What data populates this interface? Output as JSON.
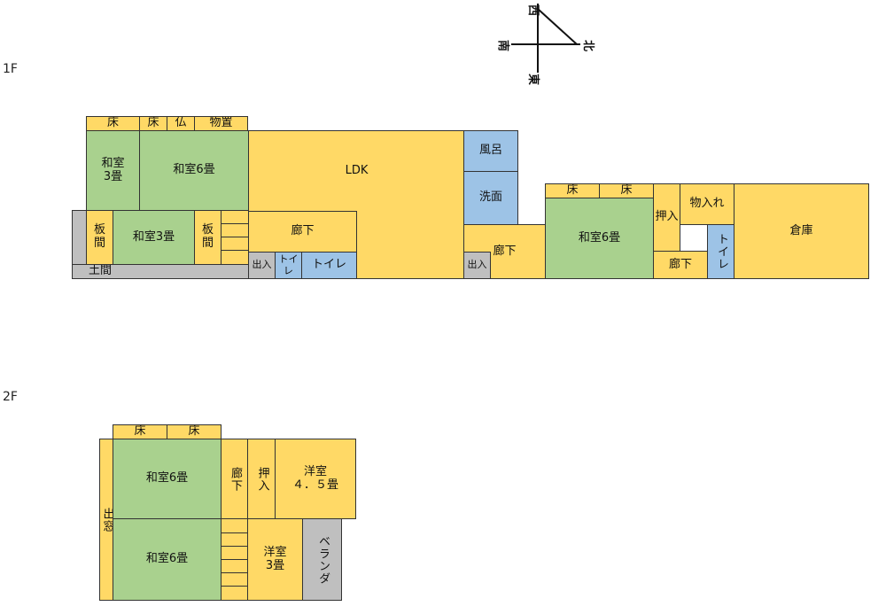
{
  "floors": {
    "f1": "1F",
    "f2": "2F"
  },
  "compass": {
    "north": "北",
    "south": "南",
    "east": "東",
    "west": "西"
  },
  "colors": {
    "room": "#ffd966",
    "tatami": "#a9d18e",
    "water": "#9dc3e6",
    "outside": "#bfbfbf"
  },
  "f1": {
    "toko1": "床",
    "toko2": "床",
    "butsu": "仏",
    "monooki": "物置",
    "washitsu3_top": "和室\n3畳",
    "washitsu6_top": "和室6畳",
    "ldk": "LDK",
    "furo": "風呂",
    "senmen": "洗面",
    "itama1": "板\n間",
    "washitsu3": "和室3畳",
    "itama2": "板\n間",
    "doma": "土間",
    "rouka1": "廊下",
    "deiri1": "出入",
    "toire_s": "トイレ",
    "toire": "トイレ",
    "rouka2": "廊下",
    "deiri2": "出入",
    "toko3": "床",
    "toko4": "床",
    "washitsu6_east": "和室6畳",
    "oshiire": "押入",
    "mono_ire": "物入れ",
    "rouka3": "廊下",
    "toire_v": "トイレ",
    "souko": "倉庫"
  },
  "f2": {
    "toko1": "床",
    "toko2": "床",
    "washitsu6_a": "和室6畳",
    "washitsu6_b": "和室6畳",
    "demado": "出窓",
    "rouka": "廊下",
    "oshiire": "押入",
    "youshitsu45": "洋室\n４．５畳",
    "youshitsu3": "洋室\n3畳",
    "veranda": "ベランダ"
  }
}
